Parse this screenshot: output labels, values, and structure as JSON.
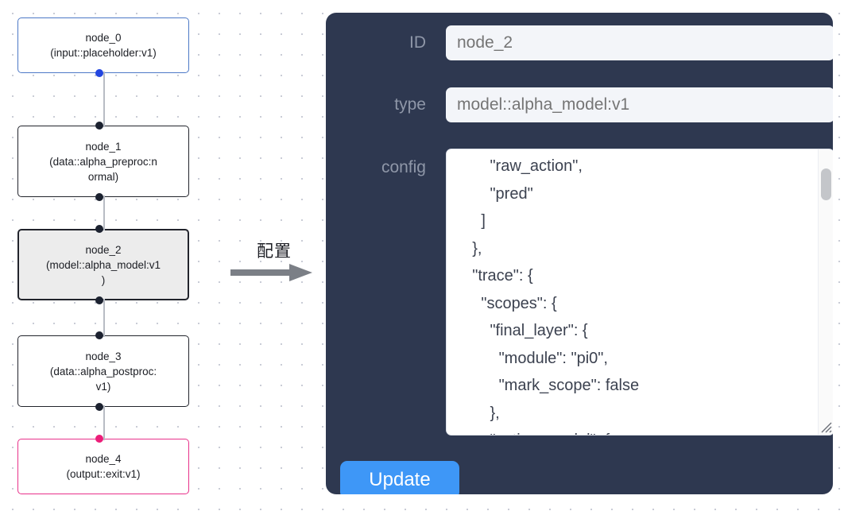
{
  "graph": {
    "nodes": [
      {
        "id": "node_0",
        "type_line": "(input::placeholder:v1)",
        "state": "input"
      },
      {
        "id": "node_1",
        "type_line": "(data::alpha_preproc:n\normal)",
        "state": "default"
      },
      {
        "id": "node_2",
        "type_line": "(model::alpha_model:v1\n)",
        "state": "selected"
      },
      {
        "id": "node_3",
        "type_line": "(data::alpha_postproc:\nv1)",
        "state": "default"
      },
      {
        "id": "node_4",
        "type_line": "(output::exit:v1)",
        "state": "output"
      }
    ],
    "colors": {
      "input_border": "#4d79c7",
      "output_border": "#e8318a",
      "default_border": "#22242c",
      "selected_fill": "#ececec",
      "edge": "#b8bcc4",
      "port_default": "#1c2230",
      "port_input": "#2346e0",
      "port_output": "#ec1e79"
    }
  },
  "middle": {
    "label": "配置",
    "arrow_color": "#7b7f86"
  },
  "panel": {
    "background": "#2e3850",
    "fields": {
      "id": {
        "label": "ID",
        "value": "node_2",
        "placeholder": "node_2"
      },
      "type": {
        "label": "type",
        "value": "model::alpha_model:v1",
        "placeholder": "model::alpha_model:v1"
      },
      "config": {
        "label": "config",
        "value": "        \"raw_action\",\n        \"pred\"\n      ]\n    },\n    \"trace\": {\n      \"scopes\": {\n        \"final_layer\": {\n          \"module\": \"pi0\",\n          \"mark_scope\": false\n        },\n        \"action_model\": {"
      }
    },
    "update_button": {
      "label": "Update",
      "color": "#3e97f7"
    },
    "scrollbar": {
      "thumb_color": "#c4c6ca",
      "track_color": "#fafafa"
    }
  }
}
